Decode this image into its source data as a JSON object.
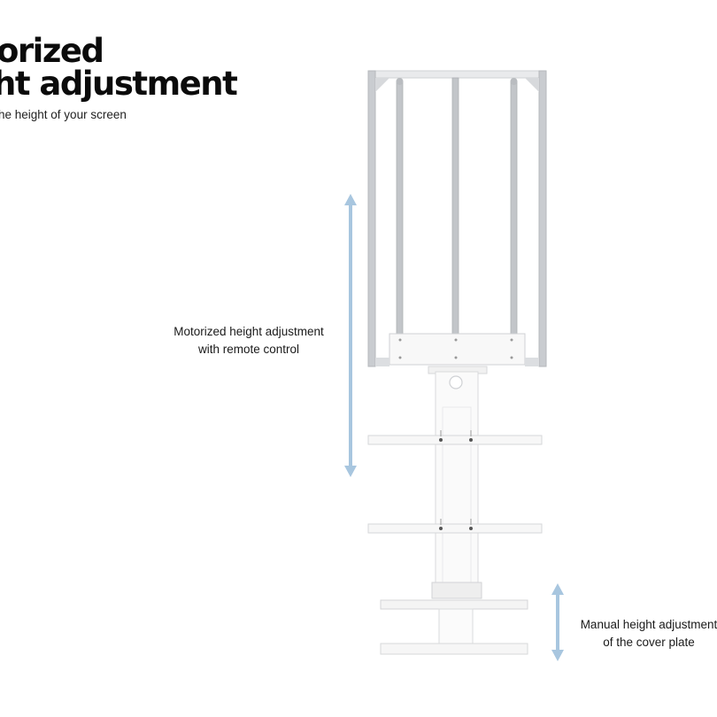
{
  "heading": {
    "line1": "orized",
    "line2": "ht adjustment",
    "subtitle": "he height of your screen"
  },
  "annotations": {
    "motorized": {
      "line1": "Motorized height adjustment",
      "line2": "with remote control"
    },
    "manual": {
      "line1": "Manual height adjustment",
      "line2": "of the cover plate"
    }
  },
  "colors": {
    "arrow": "#a8c6df",
    "frame_metal": "#c4c7cb",
    "stand_white": "#f7f7f7",
    "outline": "#d9dadc"
  }
}
